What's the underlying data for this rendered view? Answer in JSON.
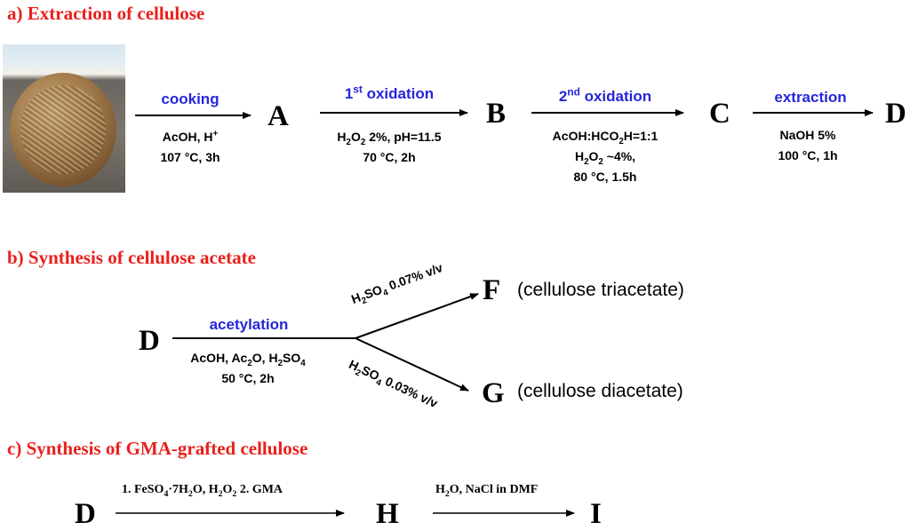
{
  "sections": {
    "a": "a) Extraction of cellulose",
    "b": "b) Synthesis of cellulose acetate",
    "c": "c) Synthesis of GMA-grafted cellulose"
  },
  "compounds": {
    "A": "A",
    "B": "B",
    "C": "C",
    "D": "D",
    "F": "F",
    "G": "G",
    "H": "H",
    "I": "I"
  },
  "steps": {
    "cooking": "cooking",
    "cooking_c1": "AcOH, H",
    "cooking_c1_sup": "+",
    "cooking_c2": "107 °C, 3h",
    "ox1_pre": "1",
    "ox1_sup": "st",
    "ox1_post": " oxidation",
    "ox1_c1_a": "H",
    "ox1_c1_s1": "2",
    "ox1_c1_b": "O",
    "ox1_c1_s2": "2",
    "ox1_c1_c": " 2%, pH=11.5",
    "ox1_c2": "70 °C, 2h",
    "ox2_pre": "2",
    "ox2_sup": "nd",
    "ox2_post": " oxidation",
    "ox2_c1_a": "AcOH:HCO",
    "ox2_c1_s": "2",
    "ox2_c1_b": "H=1:1",
    "ox2_c2_a": "H",
    "ox2_c2_s1": "2",
    "ox2_c2_b": "O",
    "ox2_c2_s2": "2",
    "ox2_c2_c": " ~4%,",
    "ox2_c3": "80 °C, 1.5h",
    "extraction": "extraction",
    "ext_c1": "NaOH 5%",
    "ext_c2": "100 °C, 1h",
    "acetylation": "acetylation",
    "ac_c1_a": "AcOH, Ac",
    "ac_c1_s1": "2",
    "ac_c1_b": "O, H",
    "ac_c1_s2": "2",
    "ac_c1_c": "SO",
    "ac_c1_s3": "4",
    "ac_c2": "50 °C, 2h",
    "upper_a": "H",
    "upper_s1": "2",
    "upper_b": "SO",
    "upper_s2": "4",
    "upper_c": " 0.07% v/v",
    "lower_a": "H",
    "lower_s1": "2",
    "lower_b": "SO",
    "lower_s2": "4",
    "lower_c": " 0.03% v/v",
    "F_desc": "(cellulose triacetate)",
    "G_desc": "(cellulose diacetate)",
    "c1_a": "1. FeSO",
    "c1_s1": "4",
    "c1_b": "·7H",
    "c1_s2": "2",
    "c1_c": "O, H",
    "c1_s3": "2",
    "c1_d": "O",
    "c1_s4": "2",
    "c1_e": " 2. GMA",
    "c2_a": "H",
    "c2_s": "2",
    "c2_b": "O, NaCl in DMF"
  },
  "colors": {
    "title": "#e8201c",
    "reagent_label": "#2626d9"
  },
  "photo_description_icon": "tumbleweed-ball-photo"
}
